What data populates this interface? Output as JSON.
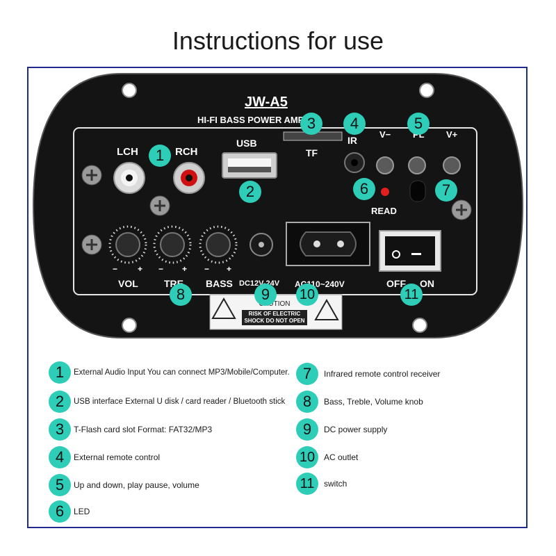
{
  "page": {
    "title": "Instructions for use"
  },
  "panel": {
    "model": "JW-A5",
    "subtitle": "HI-FI BASS POWER AMPLIF",
    "lch": "LCH",
    "rch": "RCH",
    "usb": "USB",
    "tf": "TF",
    "ir": "IR",
    "v_minus": "V−",
    "pl": "PL",
    "v_plus": "V+",
    "read": "READ",
    "vol": "VOL",
    "tre": "TRE",
    "bass": "BASS",
    "dc": "DC12V-24V",
    "ac": "AC110~240V",
    "off": "OFF",
    "on": "ON",
    "minus": "−",
    "plus": "+",
    "caution_title": "CAUTION",
    "caution_line1": "RISK OF ELECTRIC",
    "caution_line2": "SHOCK DO NOT OPEN",
    "colors": {
      "plate": "#141414",
      "accent": "#2ecdb8",
      "rca_red": "#d01010",
      "led": "#e02020"
    }
  },
  "markers": [
    "1",
    "2",
    "3",
    "4",
    "5",
    "6",
    "7",
    "8",
    "9",
    "10",
    "11"
  ],
  "legend": [
    {
      "num": "1",
      "text": "External Audio Input You can connect MP3/Mobile/Computer."
    },
    {
      "num": "2",
      "text": "USB interface External U disk / card reader / Bluetooth stick"
    },
    {
      "num": "3",
      "text": "T-Flash card slot Format: FAT32/MP3"
    },
    {
      "num": "4",
      "text": "External remote control"
    },
    {
      "num": "5",
      "text": "Up and down, play pause, volume"
    },
    {
      "num": "6",
      "text": "LED"
    },
    {
      "num": "7",
      "text": "Infrared remote control receiver"
    },
    {
      "num": "8",
      "text": "Bass, Treble, Volume knob"
    },
    {
      "num": "9",
      "text": "DC power supply"
    },
    {
      "num": "10",
      "text": "AC outlet"
    },
    {
      "num": "11",
      "text": "switch"
    }
  ]
}
